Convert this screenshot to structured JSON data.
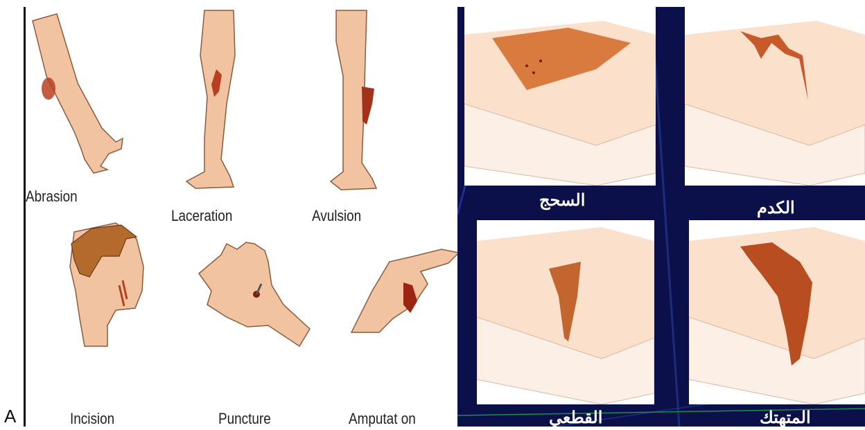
{
  "panel_letter": "A",
  "left_labels": {
    "abrasion": "Abrasion",
    "laceration": "Laceration",
    "avulsion": "Avulsion",
    "incision": "Incision",
    "puncture": "Puncture",
    "amputation": "Amputat on"
  },
  "right_labels": {
    "top_left": "السحج",
    "top_right": "الكدم",
    "bottom_left": "القطعي",
    "bottom_right": "المتهتك"
  },
  "colors": {
    "skin": "#f2c3a1",
    "skin_dark": "#e0a27c",
    "wound": "#b8401f",
    "wound_dark": "#7a1d0a",
    "background_right": "#0b0f4a"
  }
}
